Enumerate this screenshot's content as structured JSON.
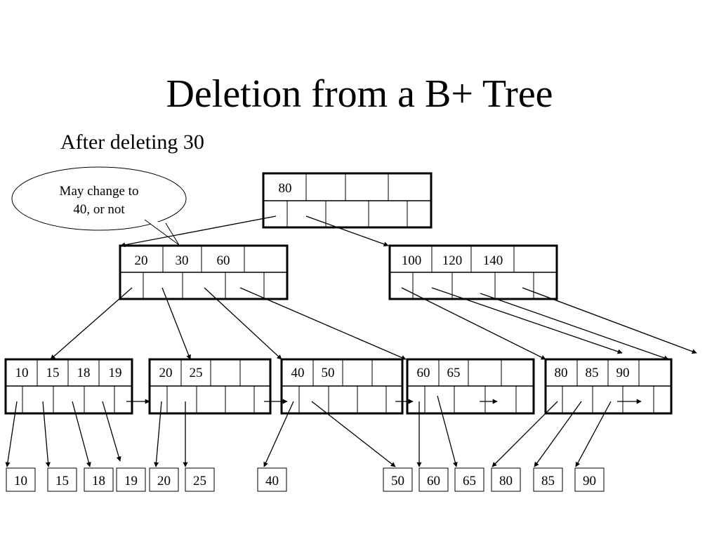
{
  "slide": {
    "title": "Deletion from a B+ Tree",
    "subtitle": "After deleting 30"
  },
  "callout": {
    "line1": "May change to",
    "line2": "40, or not"
  },
  "tree": {
    "root": {
      "keys": [
        "80",
        "",
        "",
        ""
      ]
    },
    "internal": [
      {
        "keys": [
          "20",
          "30",
          "60",
          ""
        ]
      },
      {
        "keys": [
          "100",
          "120",
          "140",
          ""
        ]
      }
    ],
    "leaves": [
      {
        "keys": [
          "10",
          "15",
          "18",
          "19"
        ]
      },
      {
        "keys": [
          "20",
          "25",
          "",
          ""
        ]
      },
      {
        "keys": [
          "40",
          "50",
          "",
          ""
        ]
      },
      {
        "keys": [
          "60",
          "65",
          "",
          ""
        ]
      },
      {
        "keys": [
          "80",
          "85",
          "90",
          ""
        ]
      }
    ],
    "records": [
      "10",
      "15",
      "18",
      "19",
      "20",
      "25",
      "40",
      "50",
      "60",
      "65",
      "80",
      "85",
      "90"
    ]
  }
}
